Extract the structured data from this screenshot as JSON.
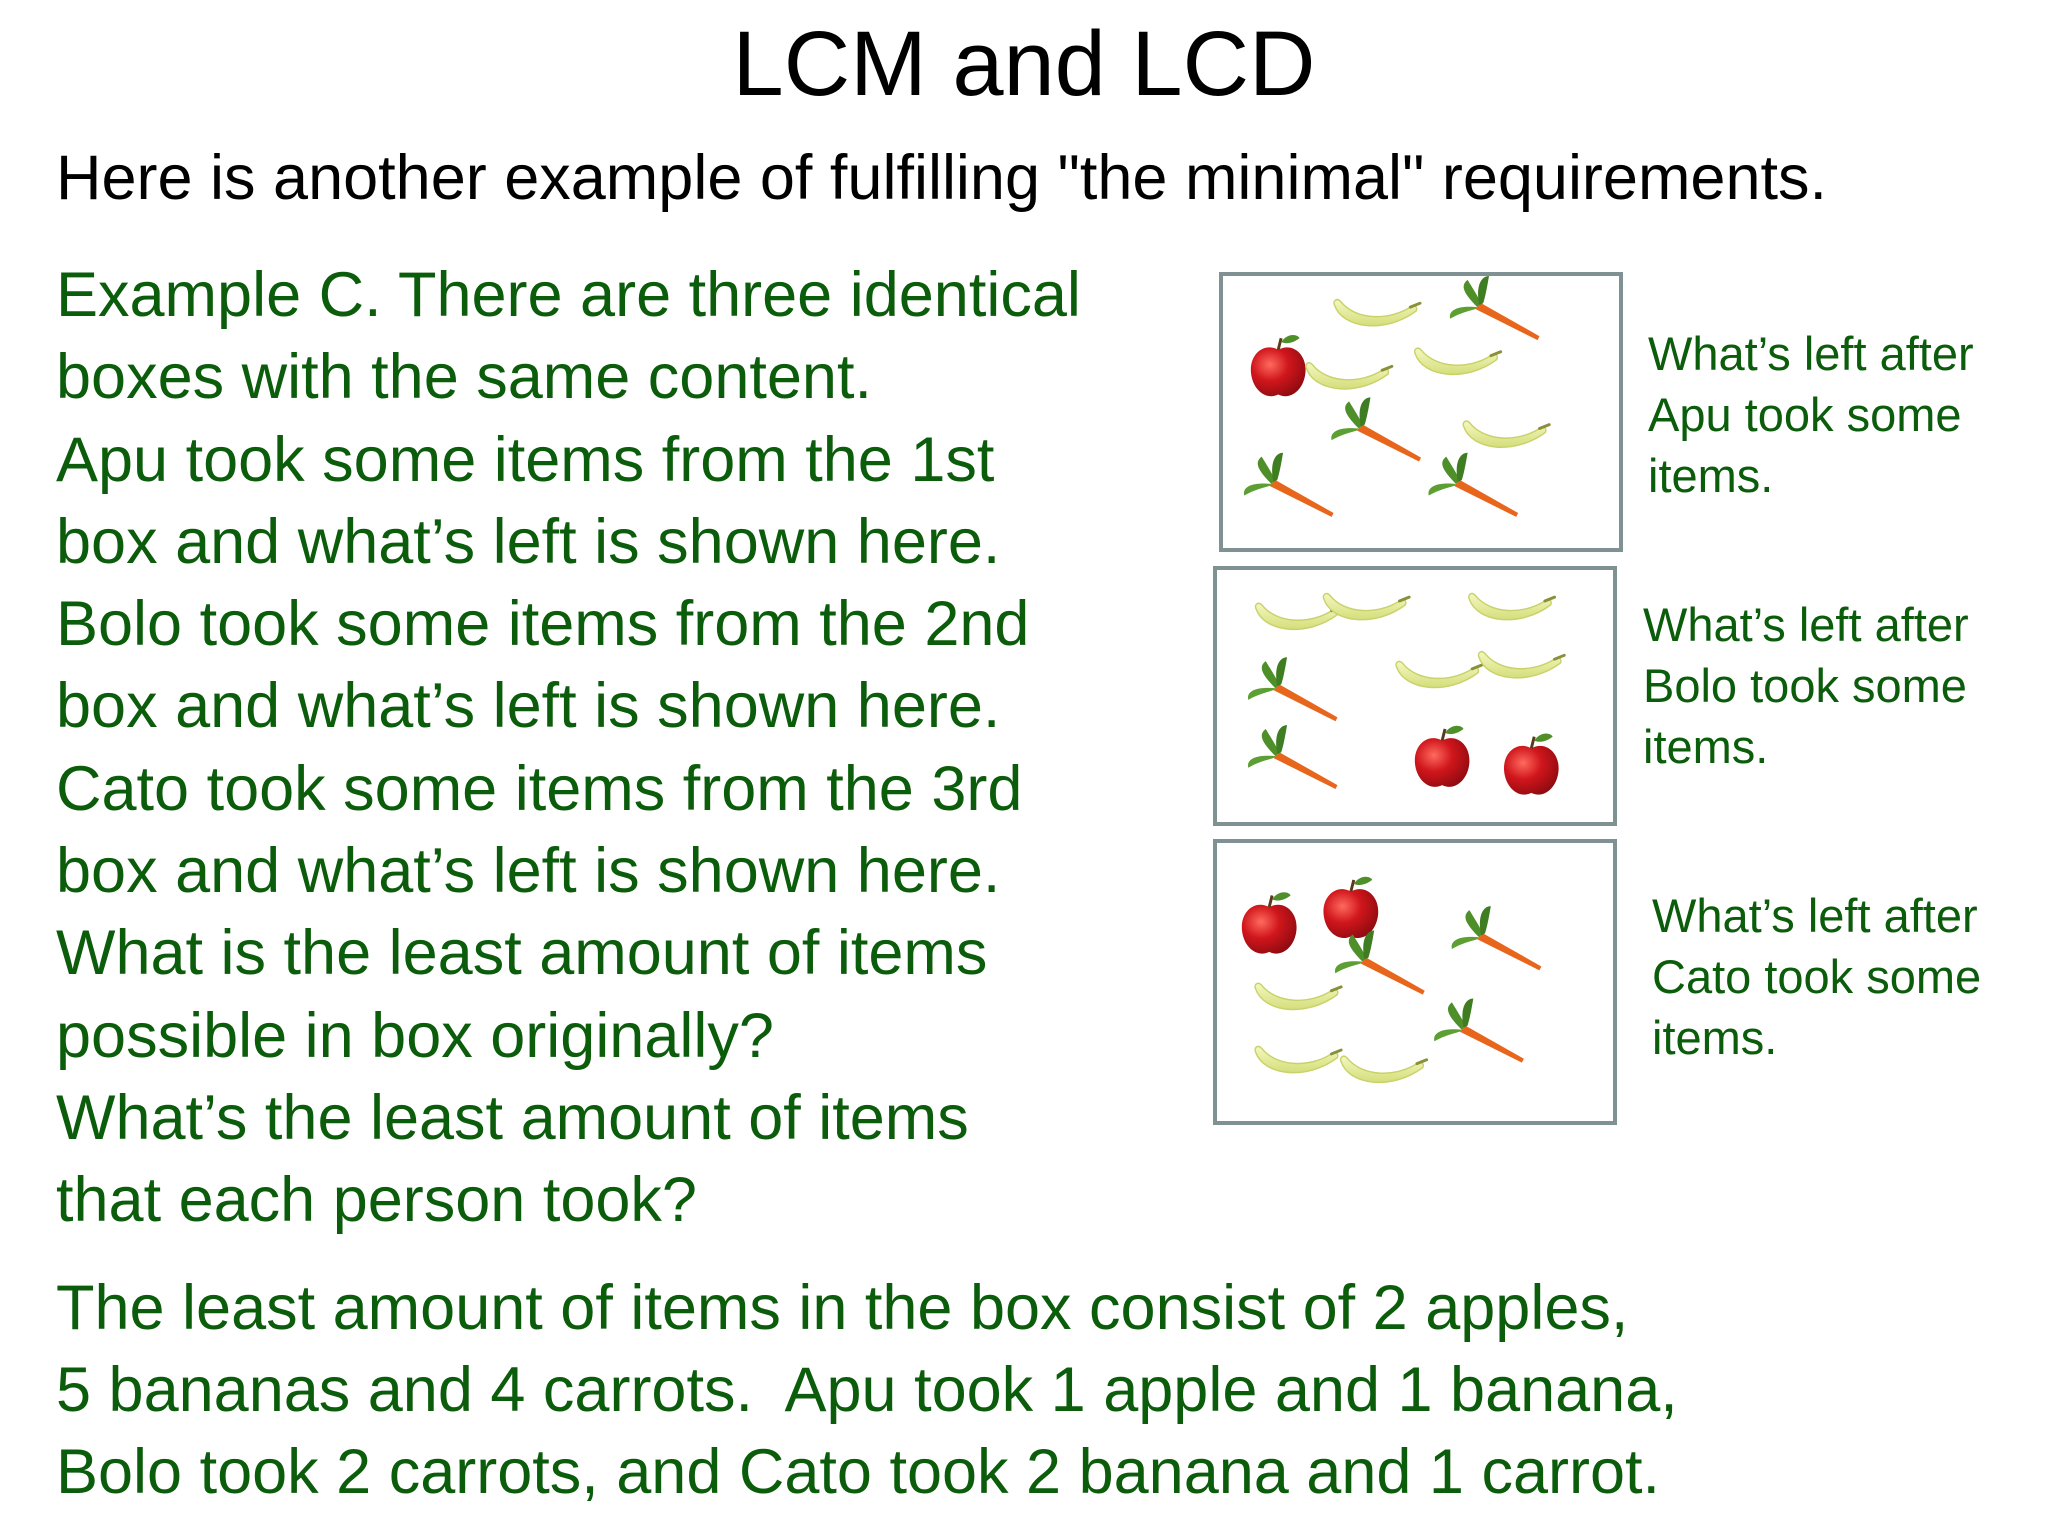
{
  "title": "LCM and LCD",
  "subtitle": "Here is another example of fulfilling \"the minimal\" requirements.",
  "problem_lines": [
    "Example C. There are three identical",
    "boxes with the same content.",
    "Apu took some items from the 1st",
    "box and what’s left is shown here.",
    "Bolo took some items from the 2nd",
    "box and what’s left is shown here.",
    "Cato took some items from the 3rd",
    "box and what’s left is shown here.",
    "What is the least amount of items",
    "possible in box originally?",
    "What’s the least amount of items",
    "that each person took?"
  ],
  "answer_lines": [
    "The least amount of items in the box consist of 2 apples,",
    "5 bananas and 4 carrots.  Apu took 1 apple and 1 banana,",
    "Bolo took 2 carrots, and Cato took 2 banana and 1 carrot."
  ],
  "boxes": [
    {
      "caption_lines": [
        "What’s left after",
        "Apu took some",
        "items."
      ],
      "contents": {
        "apples": 1,
        "bananas": 4,
        "carrots": 4
      }
    },
    {
      "caption_lines": [
        "What’s left after",
        "Bolo took some",
        "items."
      ],
      "contents": {
        "apples": 2,
        "bananas": 5,
        "carrots": 2
      }
    },
    {
      "caption_lines": [
        "What’s left after",
        "Cato took some",
        "items."
      ],
      "contents": {
        "apples": 2,
        "bananas": 3,
        "carrots": 3
      }
    }
  ],
  "colors": {
    "text_green": "#0b5c0b",
    "box_border": "#7f9193",
    "apple": "#c0141b",
    "banana": "#e6ec9a",
    "carrot": "#e8651c",
    "carrot_top": "#4e8f2a"
  },
  "icons": [
    "apple-icon",
    "banana-icon",
    "carrot-icon"
  ]
}
